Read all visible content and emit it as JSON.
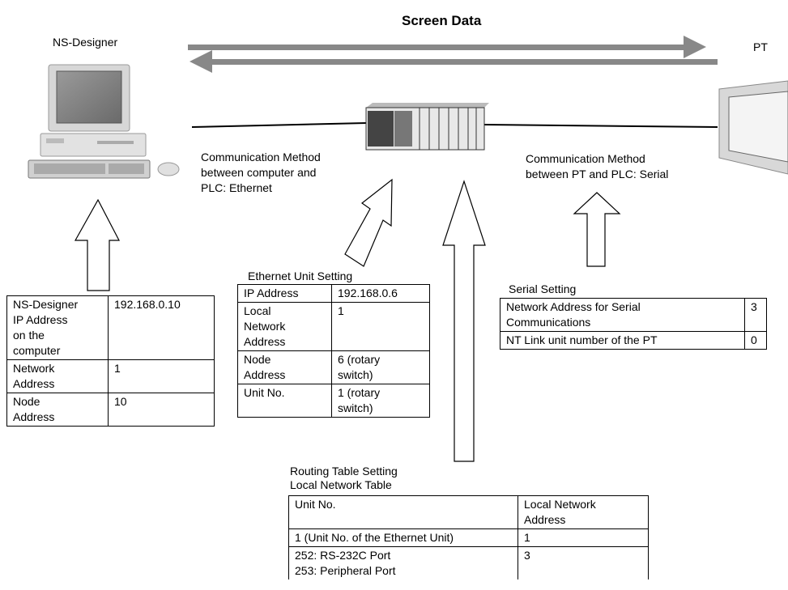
{
  "header": {
    "title": "Screen Data"
  },
  "devices": {
    "designer_label": "NS-Designer",
    "pt_label": "PT"
  },
  "methods": {
    "left": [
      "Communication Method",
      "between computer and",
      "PLC: Ethernet"
    ],
    "right": [
      "Communication Method",
      "between PT and PLC: Serial"
    ]
  },
  "computer_table": {
    "rows": [
      {
        "label": [
          "NS-Designer",
          "IP Address",
          "on the",
          "computer"
        ],
        "value": [
          "192.168.0.10"
        ]
      },
      {
        "label": [
          "Network",
          "Address"
        ],
        "value": [
          "1"
        ]
      },
      {
        "label": [
          "Node",
          "Address"
        ],
        "value": [
          "10"
        ]
      }
    ]
  },
  "ethernet_table": {
    "caption": "Ethernet Unit Setting",
    "rows": [
      {
        "label": [
          "IP Address"
        ],
        "value": [
          "192.168.0.6"
        ]
      },
      {
        "label": [
          "Local",
          "Network",
          "Address"
        ],
        "value": [
          "1"
        ]
      },
      {
        "label": [
          "Node",
          "Address"
        ],
        "value": [
          "6 (rotary",
          "switch)"
        ]
      },
      {
        "label": [
          "Unit No."
        ],
        "value": [
          "1 (rotary",
          "switch)"
        ]
      }
    ]
  },
  "serial_table": {
    "caption": "Serial Setting",
    "rows": [
      {
        "label": [
          "Network Address for Serial",
          "Communications"
        ],
        "value": [
          "3"
        ]
      },
      {
        "label": [
          "NT Link unit number of the PT"
        ],
        "value": [
          "0"
        ]
      }
    ]
  },
  "routing_table": {
    "caption": [
      "Routing Table Setting",
      "Local Network Table"
    ],
    "rows": [
      {
        "label": [
          "Unit No."
        ],
        "value": [
          "Local Network",
          "Address"
        ]
      },
      {
        "label": [
          "1 (Unit No. of the Ethernet Unit)"
        ],
        "value": [
          "1"
        ]
      },
      {
        "label": [
          "252: RS-232C Port",
          "253: Peripheral Port"
        ],
        "value": [
          "3"
        ]
      }
    ]
  },
  "colors": {
    "arrow_gray": "#888888",
    "line": "#000000"
  }
}
